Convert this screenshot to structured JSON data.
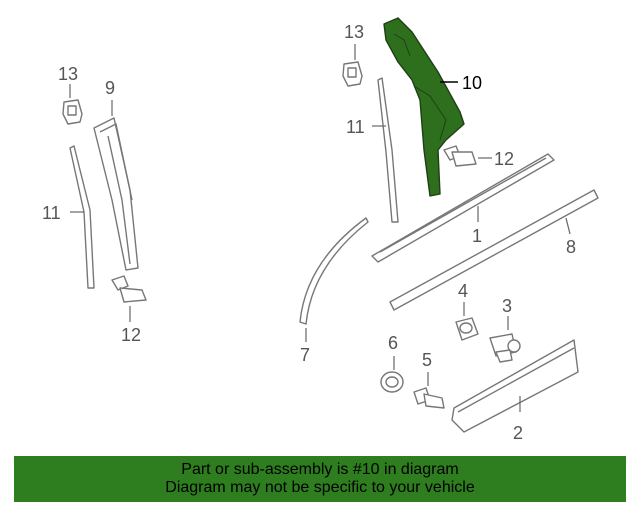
{
  "callouts": {
    "c13_left": "13",
    "c9": "9",
    "c11_left": "11",
    "c12_left": "12",
    "c13_right": "13",
    "c10": "10",
    "c11_right": "11",
    "c12_right": "12",
    "c1": "1",
    "c8": "8",
    "c7": "7",
    "c4": "4",
    "c3": "3",
    "c6": "6",
    "c5": "5",
    "c2": "2"
  },
  "highlight_color": "#2e7d1e",
  "banner": {
    "line1": "Part or sub-assembly is #10 in diagram",
    "line2": "Diagram may not be specific to your vehicle"
  }
}
